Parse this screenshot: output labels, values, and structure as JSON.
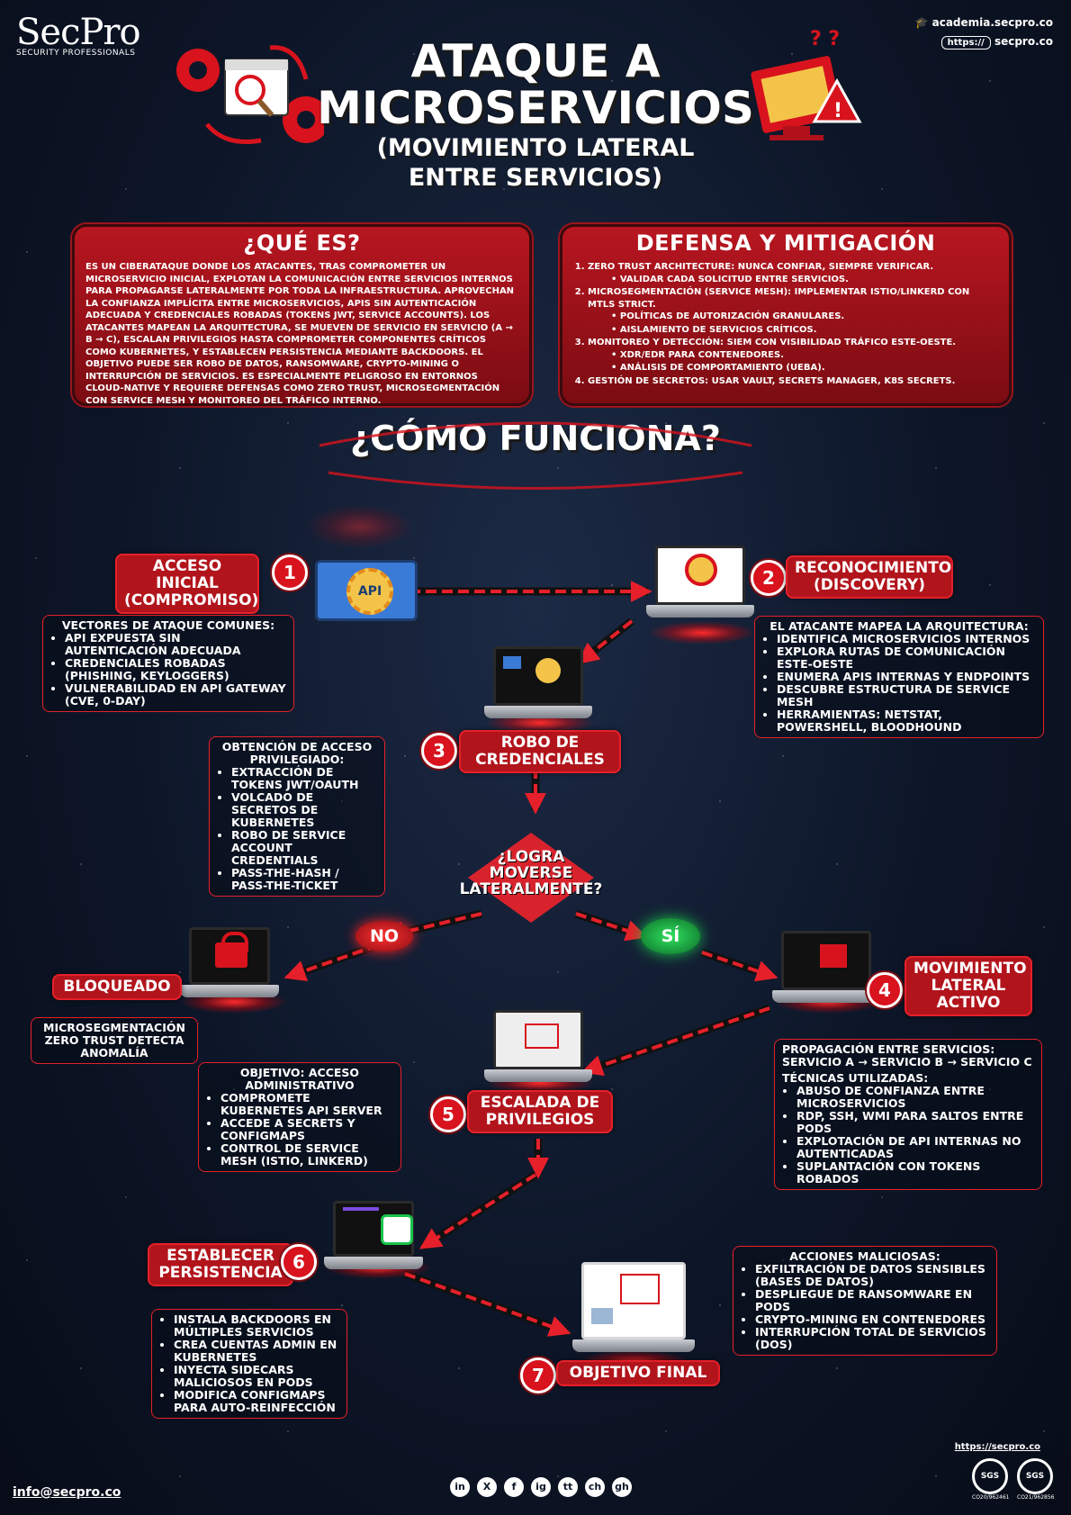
{
  "brand": {
    "name": "SecPro",
    "tagline": "SECURITY PROFESSIONALS"
  },
  "links": {
    "academy": "academia.secpro.co",
    "button_prefix": "https://",
    "site": "secpro.co"
  },
  "title": {
    "line1": "ATAQUE A",
    "line2": "MICROSERVICIOS",
    "line3": "(MOVIMIENTO LATERAL",
    "line4": "ENTRE SERVICIOS)"
  },
  "what_is": {
    "heading": "¿QUÉ ES?",
    "body": "ES UN CIBERATAQUE DONDE LOS ATACANTES, TRAS COMPROMETER UN MICROSERVICIO INICIAL, EXPLOTAN LA COMUNICACIÓN ENTRE SERVICIOS INTERNOS PARA PROPAGARSE LATERALMENTE POR TODA LA INFRAESTRUCTURA. APROVECHAN LA CONFIANZA IMPLÍCITA ENTRE MICROSERVICIOS, APIS SIN AUTENTICACIÓN ADECUADA Y CREDENCIALES ROBADAS (TOKENS JWT, SERVICE ACCOUNTS). LOS ATACANTES MAPEAN LA ARQUITECTURA, SE MUEVEN DE SERVICIO EN SERVICIO (A → B → C), ESCALAN PRIVILEGIOS HASTA COMPROMETER COMPONENTES CRÍTICOS COMO KUBERNETES, Y ESTABLECEN PERSISTENCIA MEDIANTE BACKDOORS. EL OBJETIVO PUEDE SER ROBO DE DATOS, RANSOMWARE, CRYPTO-MINING O INTERRUPCIÓN DE SERVICIOS. ES ESPECIALMENTE PELIGROSO EN ENTORNOS CLOUD-NATIVE Y REQUIERE DEFENSAS COMO ZERO TRUST, MICROSEGMENTACIÓN CON SERVICE MESH Y MONITOREO DEL TRÁFICO INTERNO."
  },
  "defense": {
    "heading": "DEFENSA Y MITIGACIÓN",
    "items": [
      {
        "text": "ZERO TRUST ARCHITECTURE:  NUNCA CONFIAR, SIEMPRE VERIFICAR.",
        "subs": [
          "VALIDAR CADA SOLICITUD ENTRE SERVICIOS."
        ]
      },
      {
        "text": "MICROSEGMENTACIÓN (SERVICE MESH):  IMPLEMENTAR ISTIO/LINKERD CON MTLS STRICT.",
        "subs": [
          "POLÍTICAS DE AUTORIZACIÓN GRANULARES.",
          "AISLAMIENTO DE SERVICIOS CRÍTICOS."
        ]
      },
      {
        "text": "MONITOREO Y DETECCIÓN:  SIEM CON VISIBILIDAD TRÁFICO ESTE-OESTE.",
        "subs": [
          "XDR/EDR PARA CONTENEDORES.",
          "ANÁLISIS DE COMPORTAMIENTO (UEBA)."
        ]
      },
      {
        "text": "GESTIÓN DE SECRETOS:  USAR VAULT, SECRETS MANAGER, K8S SECRETS.",
        "subs": []
      }
    ]
  },
  "how": {
    "heading": "¿CÓMO FUNCIONA?"
  },
  "steps": {
    "s1": {
      "num": "1",
      "line1": "ACCESO INICIAL",
      "line2": "(COMPROMISO)",
      "api": "API",
      "box_head": "VECTORES DE ATAQUE COMUNES:",
      "items": [
        "API EXPUESTA SIN AUTENTICACIÓN ADECUADA",
        "CREDENCIALES ROBADAS (PHISHING, KEYLOGGERS)",
        "VULNERABILIDAD EN API GATEWAY (CVE, 0-DAY)"
      ]
    },
    "s2": {
      "num": "2",
      "line1": "RECONOCIMIENTO",
      "line2": "(DISCOVERY)",
      "box_head": "EL ATACANTE MAPEA LA ARQUITECTURA:",
      "items": [
        "IDENTIFICA MICROSERVICIOS INTERNOS",
        "EXPLORA RUTAS DE COMUNICACIÓN ESTE-OESTE",
        "ENUMERA APIS INTERNAS Y ENDPOINTS",
        "DESCUBRE ESTRUCTURA DE SERVICE MESH",
        "HERRAMIENTAS: NETSTAT, POWERSHELL, BLOODHOUND"
      ]
    },
    "s3": {
      "num": "3",
      "line1": "ROBO DE",
      "line2": "CREDENCIALES",
      "box_head": "OBTENCIÓN DE ACCESO PRIVILEGIADO:",
      "items": [
        "EXTRACCIÓN DE TOKENS JWT/OAUTH",
        "VOLCADO DE SECRETOS DE KUBERNETES",
        "ROBO DE SERVICE ACCOUNT CREDENTIALS",
        "PASS-THE-HASH / PASS-THE-TICKET"
      ]
    },
    "decision": {
      "line1": "¿LOGRA",
      "line2": "MOVERSE",
      "line3": "LATERALMENTE?",
      "no": "NO",
      "yes": "SÍ"
    },
    "blocked": {
      "label": "BLOQUEADO",
      "box": "MICROSEGMENTACIÓN ZERO TRUST DETECTA ANOMALÍA"
    },
    "s4": {
      "num": "4",
      "line1": "MOVIMIENTO",
      "line2": "LATERAL",
      "line3": "ACTIVO",
      "box_head1": "PROPAGACIÓN ENTRE SERVICIOS:",
      "box_head2": "SERVICIO A → SERVICIO B → SERVICIO C",
      "box_head3": "TÉCNICAS UTILIZADAS:",
      "items": [
        "ABUSO DE CONFIANZA ENTRE MICROSERVICIOS",
        "RDP, SSH, WMI PARA SALTOS ENTRE PODS",
        "EXPLOTACIÓN DE API INTERNAS NO AUTENTICADAS",
        "SUPLANTACIÓN CON TOKENS ROBADOS"
      ]
    },
    "s5": {
      "num": "5",
      "line1": "ESCALADA DE",
      "line2": "PRIVILEGIOS",
      "box_head": "OBJETIVO: ACCESO ADMINISTRATIVO",
      "items": [
        "COMPROMETE KUBERNETES API SERVER",
        "ACCEDE A SECRETS Y CONFIGMAPS",
        "CONTROL DE SERVICE MESH (ISTIO, LINKERD)"
      ]
    },
    "s6": {
      "num": "6",
      "line1": "ESTABLECER",
      "line2": "PERSISTENCIA",
      "items": [
        "INSTALA BACKDOORS EN MÚLTIPLES SERVICIOS",
        "CREA CUENTAS ADMIN EN KUBERNETES",
        "INYECTA SIDECARS MALICIOSOS EN PODS",
        "MODIFICA CONFIGMAPS PARA AUTO-REINFECCIÓN"
      ]
    },
    "s7": {
      "num": "7",
      "line1": "OBJETIVO FINAL",
      "box_head": "ACCIONES MALICIOSAS:",
      "items": [
        "EXFILTRACIÓN DE DATOS SENSIBLES (BASES DE DATOS)",
        "DESPLIEGUE DE RANSOMWARE EN PODS",
        "CRYPTO-MINING EN CONTENEDORES",
        "INTERRUPCIÓN TOTAL DE SERVICIOS (DOS)"
      ]
    }
  },
  "footer": {
    "email": "info@secpro.co",
    "site": "https://secpro.co",
    "cert1": "SGS",
    "cert1_code": "CO20/962461",
    "cert2": "SGS",
    "cert2_code": "CO21/962856",
    "social": [
      "in",
      "X",
      "f",
      "ig",
      "tt",
      "ch",
      "gh"
    ]
  },
  "colors": {
    "accent": "#d8131d",
    "panel": "#b81620",
    "background": "#0d1628",
    "yes": "#19c34a"
  }
}
